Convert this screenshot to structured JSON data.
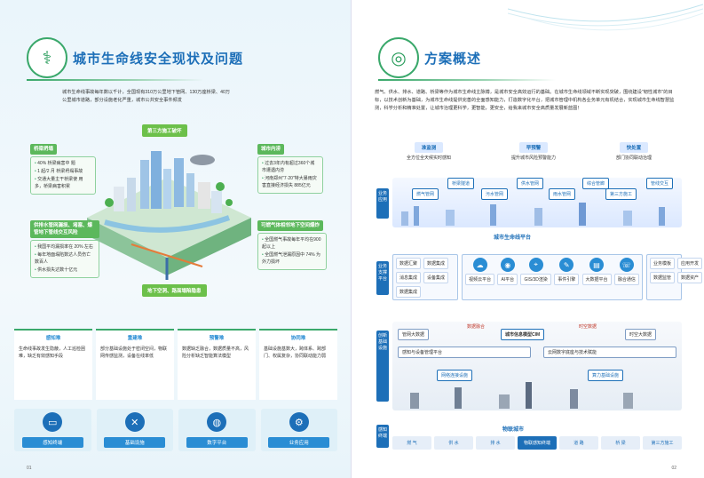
{
  "left": {
    "title": "城市生命线安全现状及问题",
    "intro": "城市生命线事故每年数以千计，全国现有310万公里地下管网、130万座桥梁、40万公里城市道路，部分设施老化严重，城市公共安全事件频发",
    "tag_third_party": "第三方施工破坏",
    "tag_underground": "地下空洞、路面塌陷隐患",
    "callouts": {
      "bridge": {
        "head": "桥梁坍塌",
        "items": [
          "40% 桥梁病害中 题",
          "1 起/2 月 桥梁坍塌事故",
          "交通大量主干桥梁使 用多，桥梁病害积累"
        ]
      },
      "flood": {
        "head": "城市内涝",
        "items": [
          "过去3年内有超过360个城市遭遇内涝",
          "河南郑州\"7·20\"特大暴雨灾害直接经济损失 885亿元"
        ]
      },
      "water": {
        "head": "供排水管网漏损、堵塞、爆管地下管线交互风险",
        "items": [
          "我国平均漏损率在 20% 左右",
          "每年地面塌陷数达人员伤亡 数百人",
          "供水损失达数十亿元"
        ]
      },
      "gas": {
        "head": "可燃气体相邻地下空间爆炸",
        "items": [
          "全国燃气事故每年平均在900起以上",
          "全国燃气泄漏原因中 74% 为外力损坏"
        ]
      }
    },
    "problems": [
      {
        "head": "感知难",
        "text": "生命线事故发生隐蔽，人工巡检困难，缺乏有效感知手段"
      },
      {
        "head": "重建难",
        "text": "部分基础设施处于密闭空间，物联网传感监测，设备在线率低"
      },
      {
        "head": "预警难",
        "text": "数据缺乏融合，数据质量不高，风险分析缺乏智能算法模型"
      },
      {
        "head": "协同难",
        "text": "基础设施基数大，跨体系、跨部门、权属复杂，协同联动能力弱"
      }
    ],
    "pillars": [
      {
        "label": "感知终端",
        "icon": "monitor-icon"
      },
      {
        "label": "基础设施",
        "icon": "tools-icon"
      },
      {
        "label": "数字平台",
        "icon": "globe-icon"
      },
      {
        "label": "业务应用",
        "icon": "gear-icon"
      }
    ],
    "page_number": "01"
  },
  "right": {
    "title": "方案概述",
    "intro": "燃气、供水、排水、道路、桥梁等作为城市生命线主脉搏，是城市安全高效运行的基础。在城市生命线领域不断实现突破，围绕建设\"韧性城市\"的目标，以技术创新为基础，为城市生命线提供完善的全面感知能力，打造数字化平台，把城市管理中机构各业务单元有机结合，实现城市生命线智慧监测，科学分析和精准处置，让城市治理更科学，更智能，更安全，给我来城市安全高质量发展新蓝图！",
    "goals": [
      {
        "head": "准监测",
        "text": "全方位全天候实时感知"
      },
      {
        "head": "早预警",
        "text": "提升城市风险预警能力"
      },
      {
        "head": "快处置",
        "text": "部门协同联动治理"
      }
    ],
    "layers": {
      "app": "业务应用",
      "support": "业务支撑平台",
      "infra": "创新基础设施",
      "terminal": "感知终端"
    },
    "apps": [
      "燃气管网",
      "桥梁隧道",
      "污水管网",
      "供水管网",
      "雨水管网",
      "综合管廊",
      "第三方施工",
      "管线交互"
    ],
    "platform_title": "城市生命线平台",
    "data_group": [
      "数据汇聚",
      "数据集成",
      "消息集成",
      "设备集成",
      "数据集成"
    ],
    "capabilities": [
      {
        "label": "视频云平台",
        "icon": "cloud-icon"
      },
      {
        "label": "AI平台",
        "icon": "ai-icon"
      },
      {
        "label": "GIS/3D渲染",
        "icon": "pin-icon"
      },
      {
        "label": "事件引擎",
        "icon": "chart-icon"
      },
      {
        "label": "大数据平台",
        "icon": "data-icon"
      },
      {
        "label": "融合通信",
        "icon": "phone-icon"
      }
    ],
    "right_group": [
      "业务模板",
      "数据监管",
      "应用开发",
      "数据资产"
    ],
    "infra": {
      "left_box": "管网大数据",
      "center_box": "城市信息模型CIM",
      "right_box": "时空大数据",
      "flow_left": "数据融合",
      "flow_right": "时空数据",
      "perception": "感知与设备管理平台",
      "cloud": "云网数字底座与技术赋能",
      "network": "网络连接设施",
      "compute": "算力基础设施"
    },
    "iot_title": "物联城市",
    "devices": [
      "燃 气",
      "供 水",
      "排 水",
      "物联感知终端",
      "道 路",
      "桥 梁",
      "第三方施工"
    ],
    "page_number": "02"
  }
}
